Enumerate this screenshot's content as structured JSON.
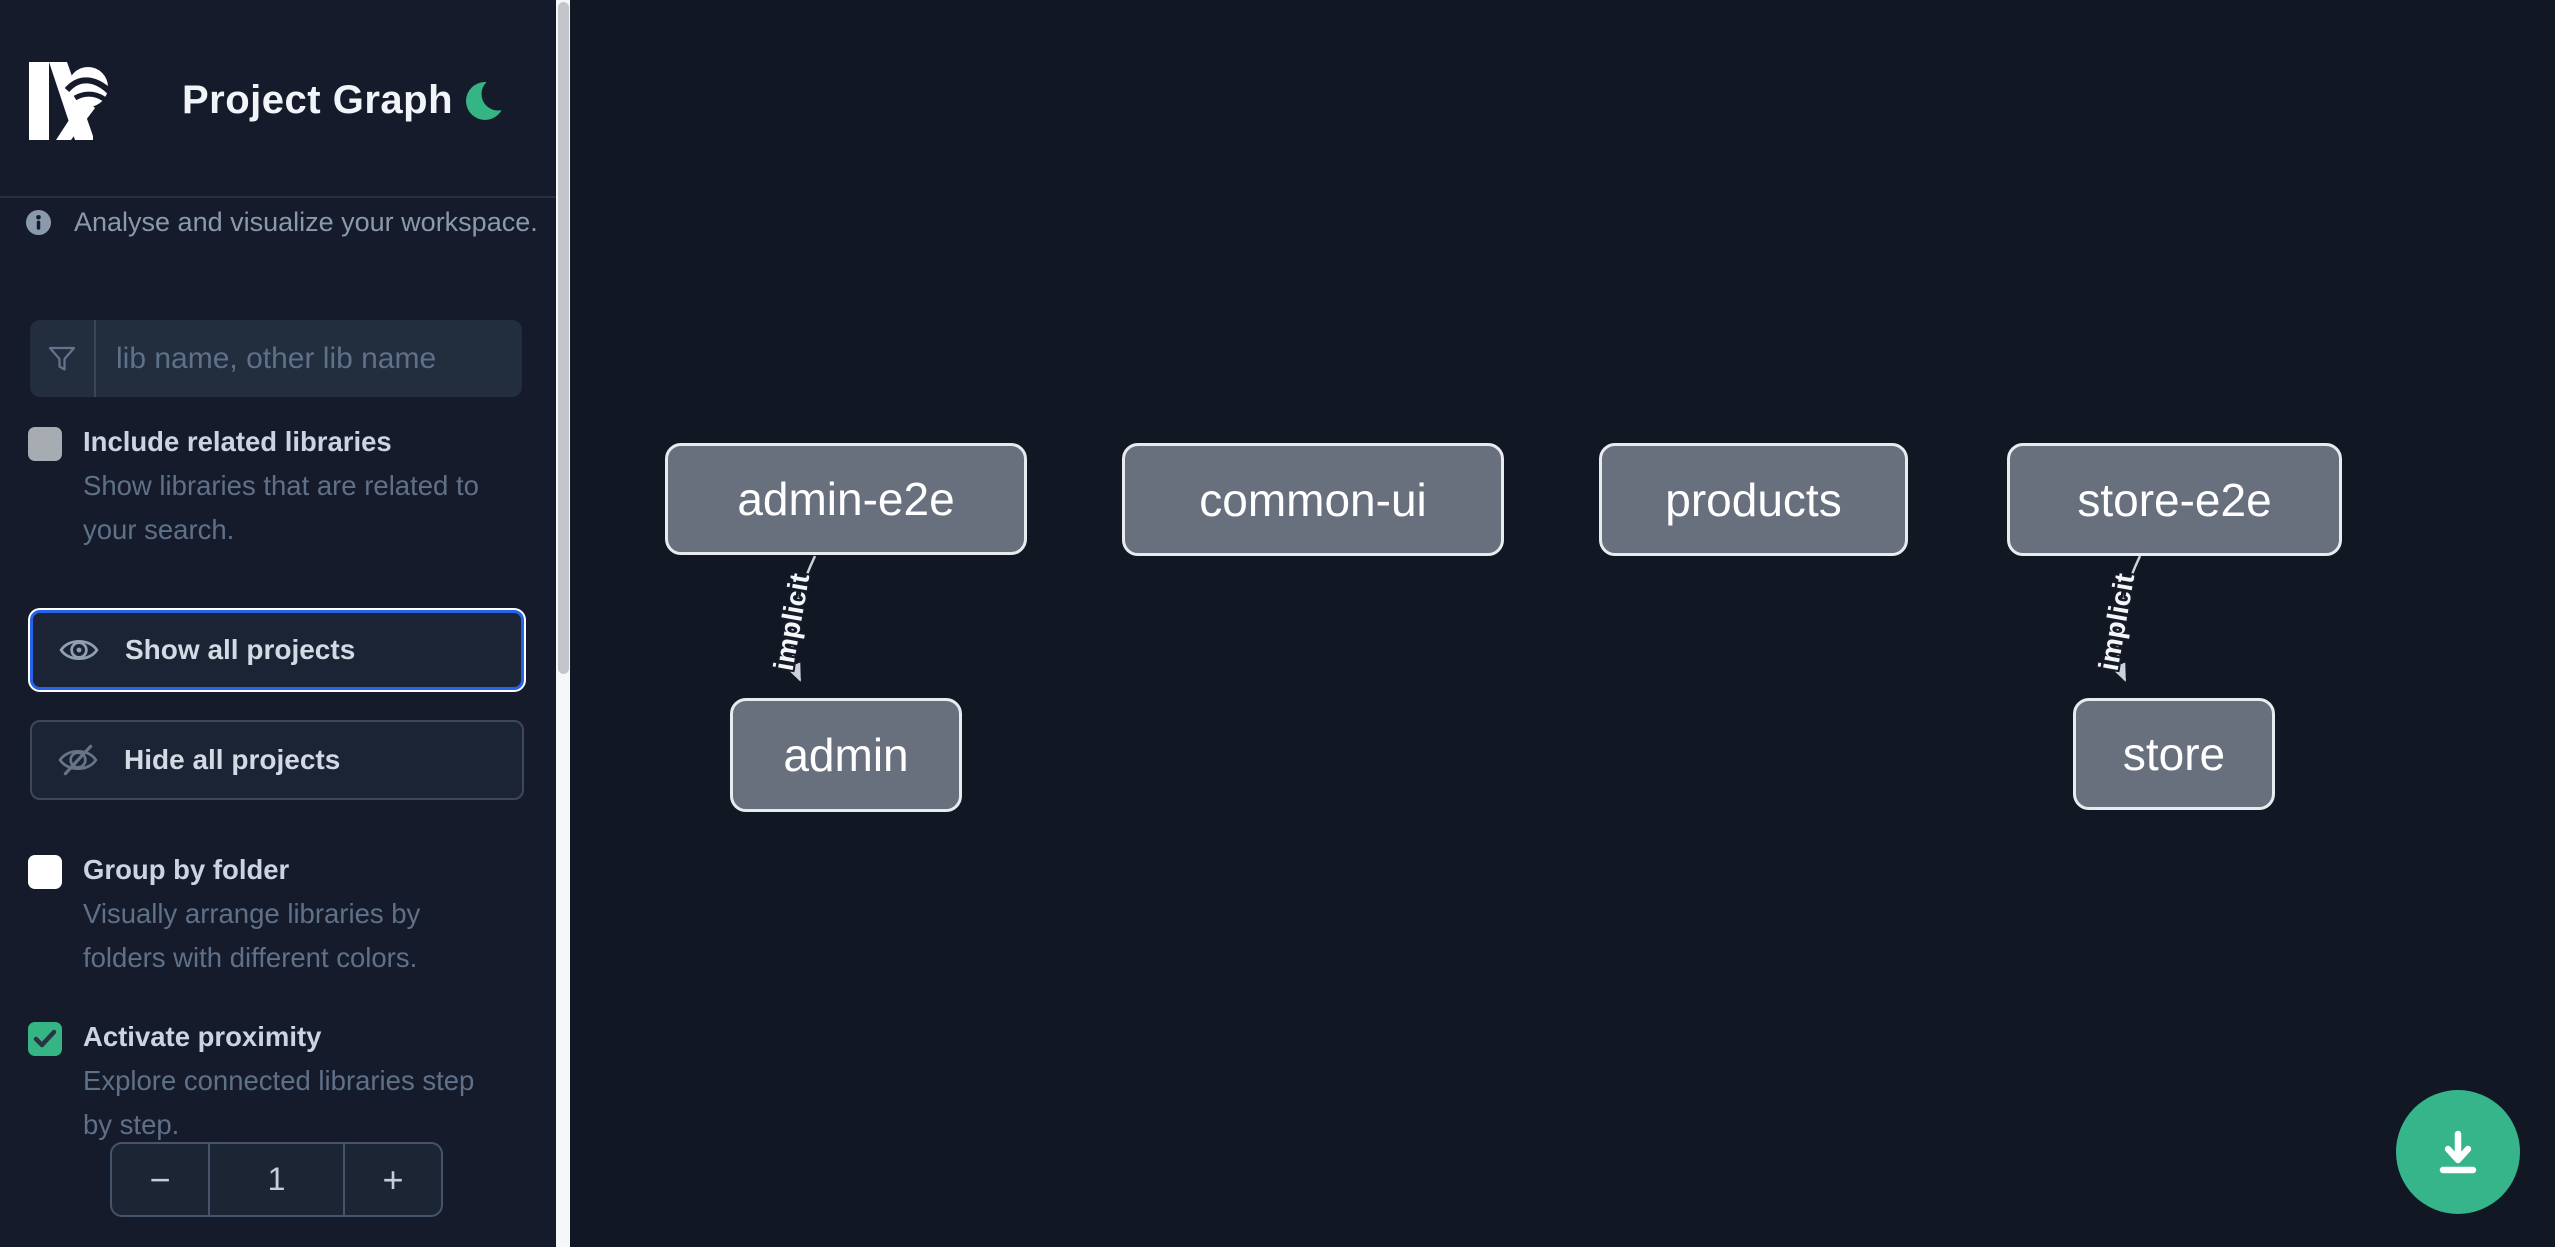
{
  "header": {
    "title": "Project Graph"
  },
  "sidebar": {
    "info_text": "Analyse and visualize your workspace.",
    "search": {
      "placeholder": "lib name, other lib name",
      "value": ""
    },
    "options": [
      {
        "id": "include-related",
        "label": "Include related libraries",
        "desc_lines": [
          "Show libraries that are related to",
          "your search."
        ],
        "checked": false
      },
      {
        "id": "group-by-folder",
        "label": "Group by folder",
        "desc_lines": [
          "Visually arrange libraries by",
          "folders with different colors."
        ],
        "checked": false
      },
      {
        "id": "activate-proximity",
        "label": "Activate proximity",
        "desc_lines": [
          "Explore connected libraries step",
          "by step."
        ],
        "checked": true
      }
    ],
    "buttons": {
      "show_all": "Show all projects",
      "hide_all": "Hide all projects"
    },
    "stepper": {
      "decrement": "−",
      "value": "1",
      "increment": "+"
    }
  },
  "graph": {
    "nodes": [
      {
        "label": "admin-e2e"
      },
      {
        "label": "common-ui"
      },
      {
        "label": "products"
      },
      {
        "label": "store-e2e"
      },
      {
        "label": "admin"
      },
      {
        "label": "store"
      }
    ],
    "edges": [
      {
        "from": "admin-e2e",
        "to": "admin",
        "label": "implicit"
      },
      {
        "from": "store-e2e",
        "to": "store",
        "label": "implicit"
      }
    ]
  },
  "colors": {
    "accent_green": "#35b583",
    "focus_blue": "#2563eb",
    "node_fill": "#68707e",
    "sidebar_bg": "#151b2a",
    "canvas_bg": "#121724"
  }
}
